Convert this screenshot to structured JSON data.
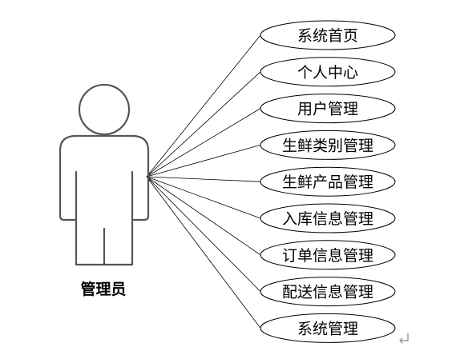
{
  "diagram": {
    "type": "use-case",
    "actor": {
      "label": "管理员",
      "icon": "person-icon"
    },
    "use_cases": [
      {
        "label": "系统首页"
      },
      {
        "label": "个人中心"
      },
      {
        "label": "用户管理"
      },
      {
        "label": "生鲜类别管理"
      },
      {
        "label": "生鲜产品管理"
      },
      {
        "label": "入库信息管理"
      },
      {
        "label": "订单信息管理"
      },
      {
        "label": "配送信息管理"
      },
      {
        "label": "系统管理"
      }
    ],
    "trailing_mark_icon": "paragraph-return-icon"
  }
}
